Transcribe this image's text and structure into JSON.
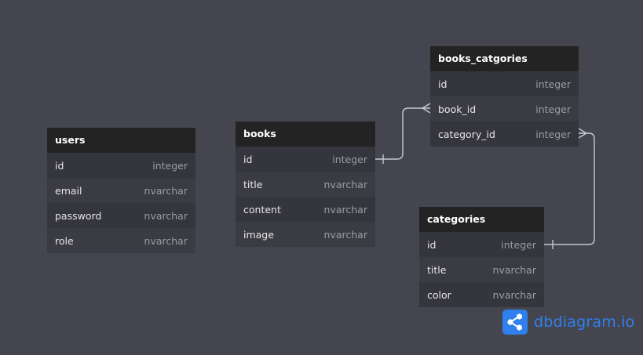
{
  "tables": {
    "users": {
      "name": "users",
      "fields": [
        {
          "name": "id",
          "type": "integer"
        },
        {
          "name": "email",
          "type": "nvarchar"
        },
        {
          "name": "password",
          "type": "nvarchar"
        },
        {
          "name": "role",
          "type": "nvarchar"
        }
      ]
    },
    "books": {
      "name": "books",
      "fields": [
        {
          "name": "id",
          "type": "integer"
        },
        {
          "name": "title",
          "type": "nvarchar"
        },
        {
          "name": "content",
          "type": "nvarchar"
        },
        {
          "name": "image",
          "type": "nvarchar"
        }
      ]
    },
    "books_catgories": {
      "name": "books_catgories",
      "fields": [
        {
          "name": "id",
          "type": "integer"
        },
        {
          "name": "book_id",
          "type": "integer"
        },
        {
          "name": "category_id",
          "type": "integer"
        }
      ]
    },
    "categories": {
      "name": "categories",
      "fields": [
        {
          "name": "id",
          "type": "integer"
        },
        {
          "name": "title",
          "type": "nvarchar"
        },
        {
          "name": "color",
          "type": "nvarchar"
        }
      ]
    }
  },
  "relations": [
    {
      "from": "books.id",
      "to": "books_catgories.book_id"
    },
    {
      "from": "categories.id",
      "to": "books_catgories.category_id"
    }
  ],
  "logo": {
    "text": "dbdiagram.io",
    "icon": "share-nodes-icon"
  },
  "colors": {
    "canvas": "#45454f",
    "header": "#232323",
    "row": "#35353d",
    "connector": "#c8c8d0",
    "brand": "#2f80ed"
  }
}
